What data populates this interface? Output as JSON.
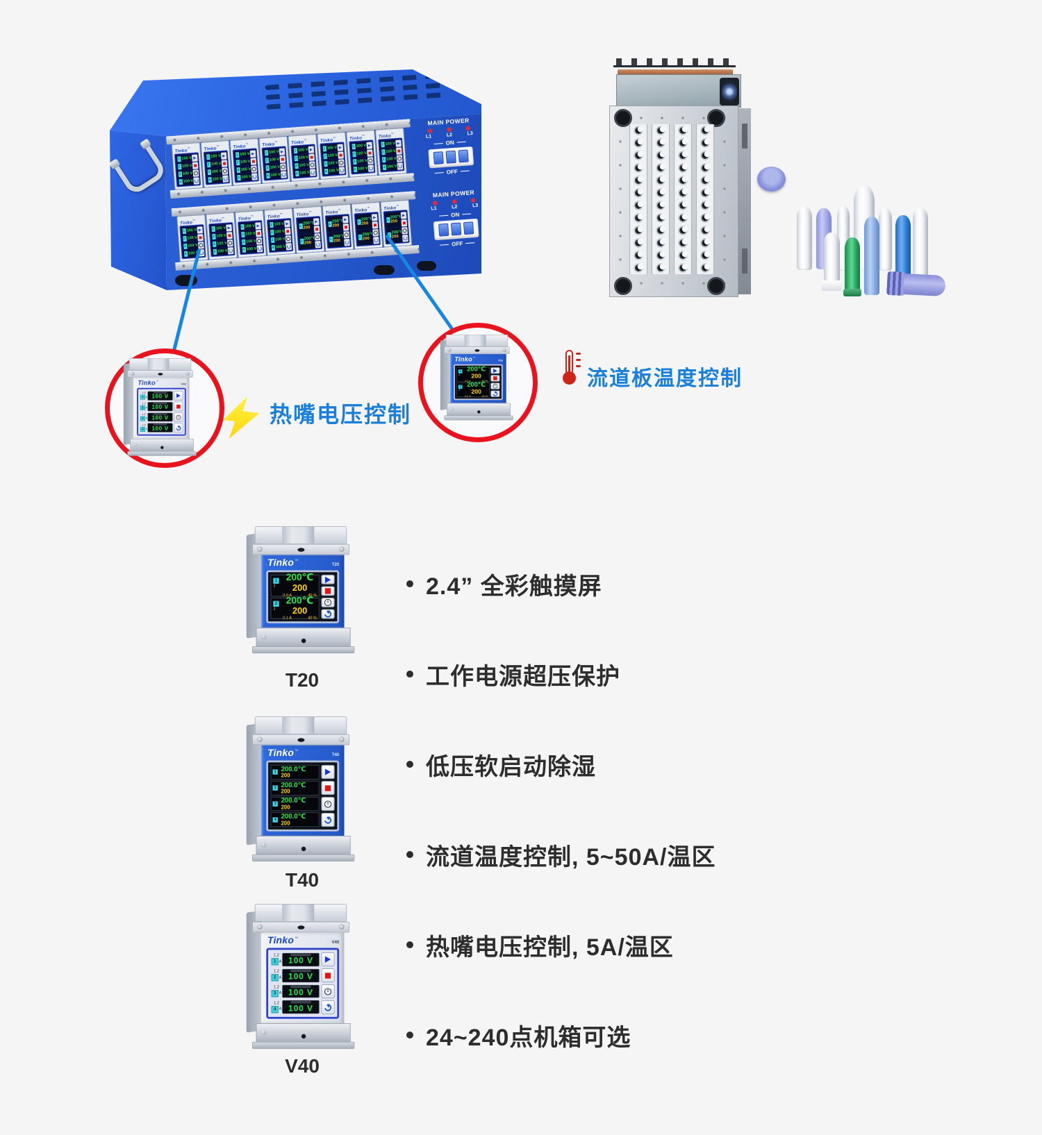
{
  "brand": {
    "name": "Tinko",
    "tm": "™"
  },
  "cabinet": {
    "module_variants_row1": [
      "v",
      "v",
      "v",
      "v",
      "v",
      "v",
      "v",
      "v"
    ],
    "module_variants_row2": [
      "v",
      "v",
      "v",
      "v",
      "t",
      "t",
      "t",
      "t"
    ],
    "main_power": {
      "title": "MAIN POWER",
      "phases": [
        "L1",
        "L2",
        "L3"
      ],
      "on_label": "ON",
      "off_label": "OFF"
    }
  },
  "displays": {
    "v": {
      "unit_rows": [
        "100 V",
        "100 V",
        "100 V",
        "100 V"
      ],
      "amp_label": "1.2",
      "amp_unit": "A"
    },
    "t2": {
      "zones": [
        {
          "pv": "200℃",
          "sv": "200",
          "amps": "0.0 A",
          "duty": "40 %"
        },
        {
          "pv": "200℃",
          "sv": "200",
          "amps": "0.1 A",
          "duty": "40 %"
        }
      ]
    },
    "t4": {
      "rows": [
        {
          "pv": "200.0℃",
          "sv": "200"
        },
        {
          "pv": "200.0℃",
          "sv": "200"
        },
        {
          "pv": "200.0℃",
          "sv": "200"
        },
        {
          "pv": "200.0℃",
          "sv": "200"
        }
      ]
    }
  },
  "callouts": {
    "hot_tip_label": "热嘴电压控制",
    "manifold_label": "流道板温度控制"
  },
  "circled": [
    {
      "model": "V40",
      "variant": "v"
    },
    {
      "model": "T20",
      "variant": "t2"
    }
  ],
  "products": [
    {
      "model": "T20",
      "variant": "t2"
    },
    {
      "model": "T40",
      "variant": "t4"
    },
    {
      "model": "V40",
      "variant": "v"
    }
  ],
  "features": [
    "2.4” 全彩触摸屏",
    "工作电源超压保护",
    "低压软启动除湿",
    "流道温度控制, 5~50A/温区",
    "热嘴电压控制, 5A/温区",
    "24~240点机箱可选"
  ],
  "colors": {
    "accent_blue": "#1a7edb",
    "cabinet_blue": "#2559cf",
    "circle_red": "#e8131d",
    "led_red": "#ff2222",
    "display_green": "#2ae64e",
    "display_yellow": "#ffd400",
    "lightning_yellow": "#ffe227",
    "thermometer_red": "#cf2418"
  }
}
